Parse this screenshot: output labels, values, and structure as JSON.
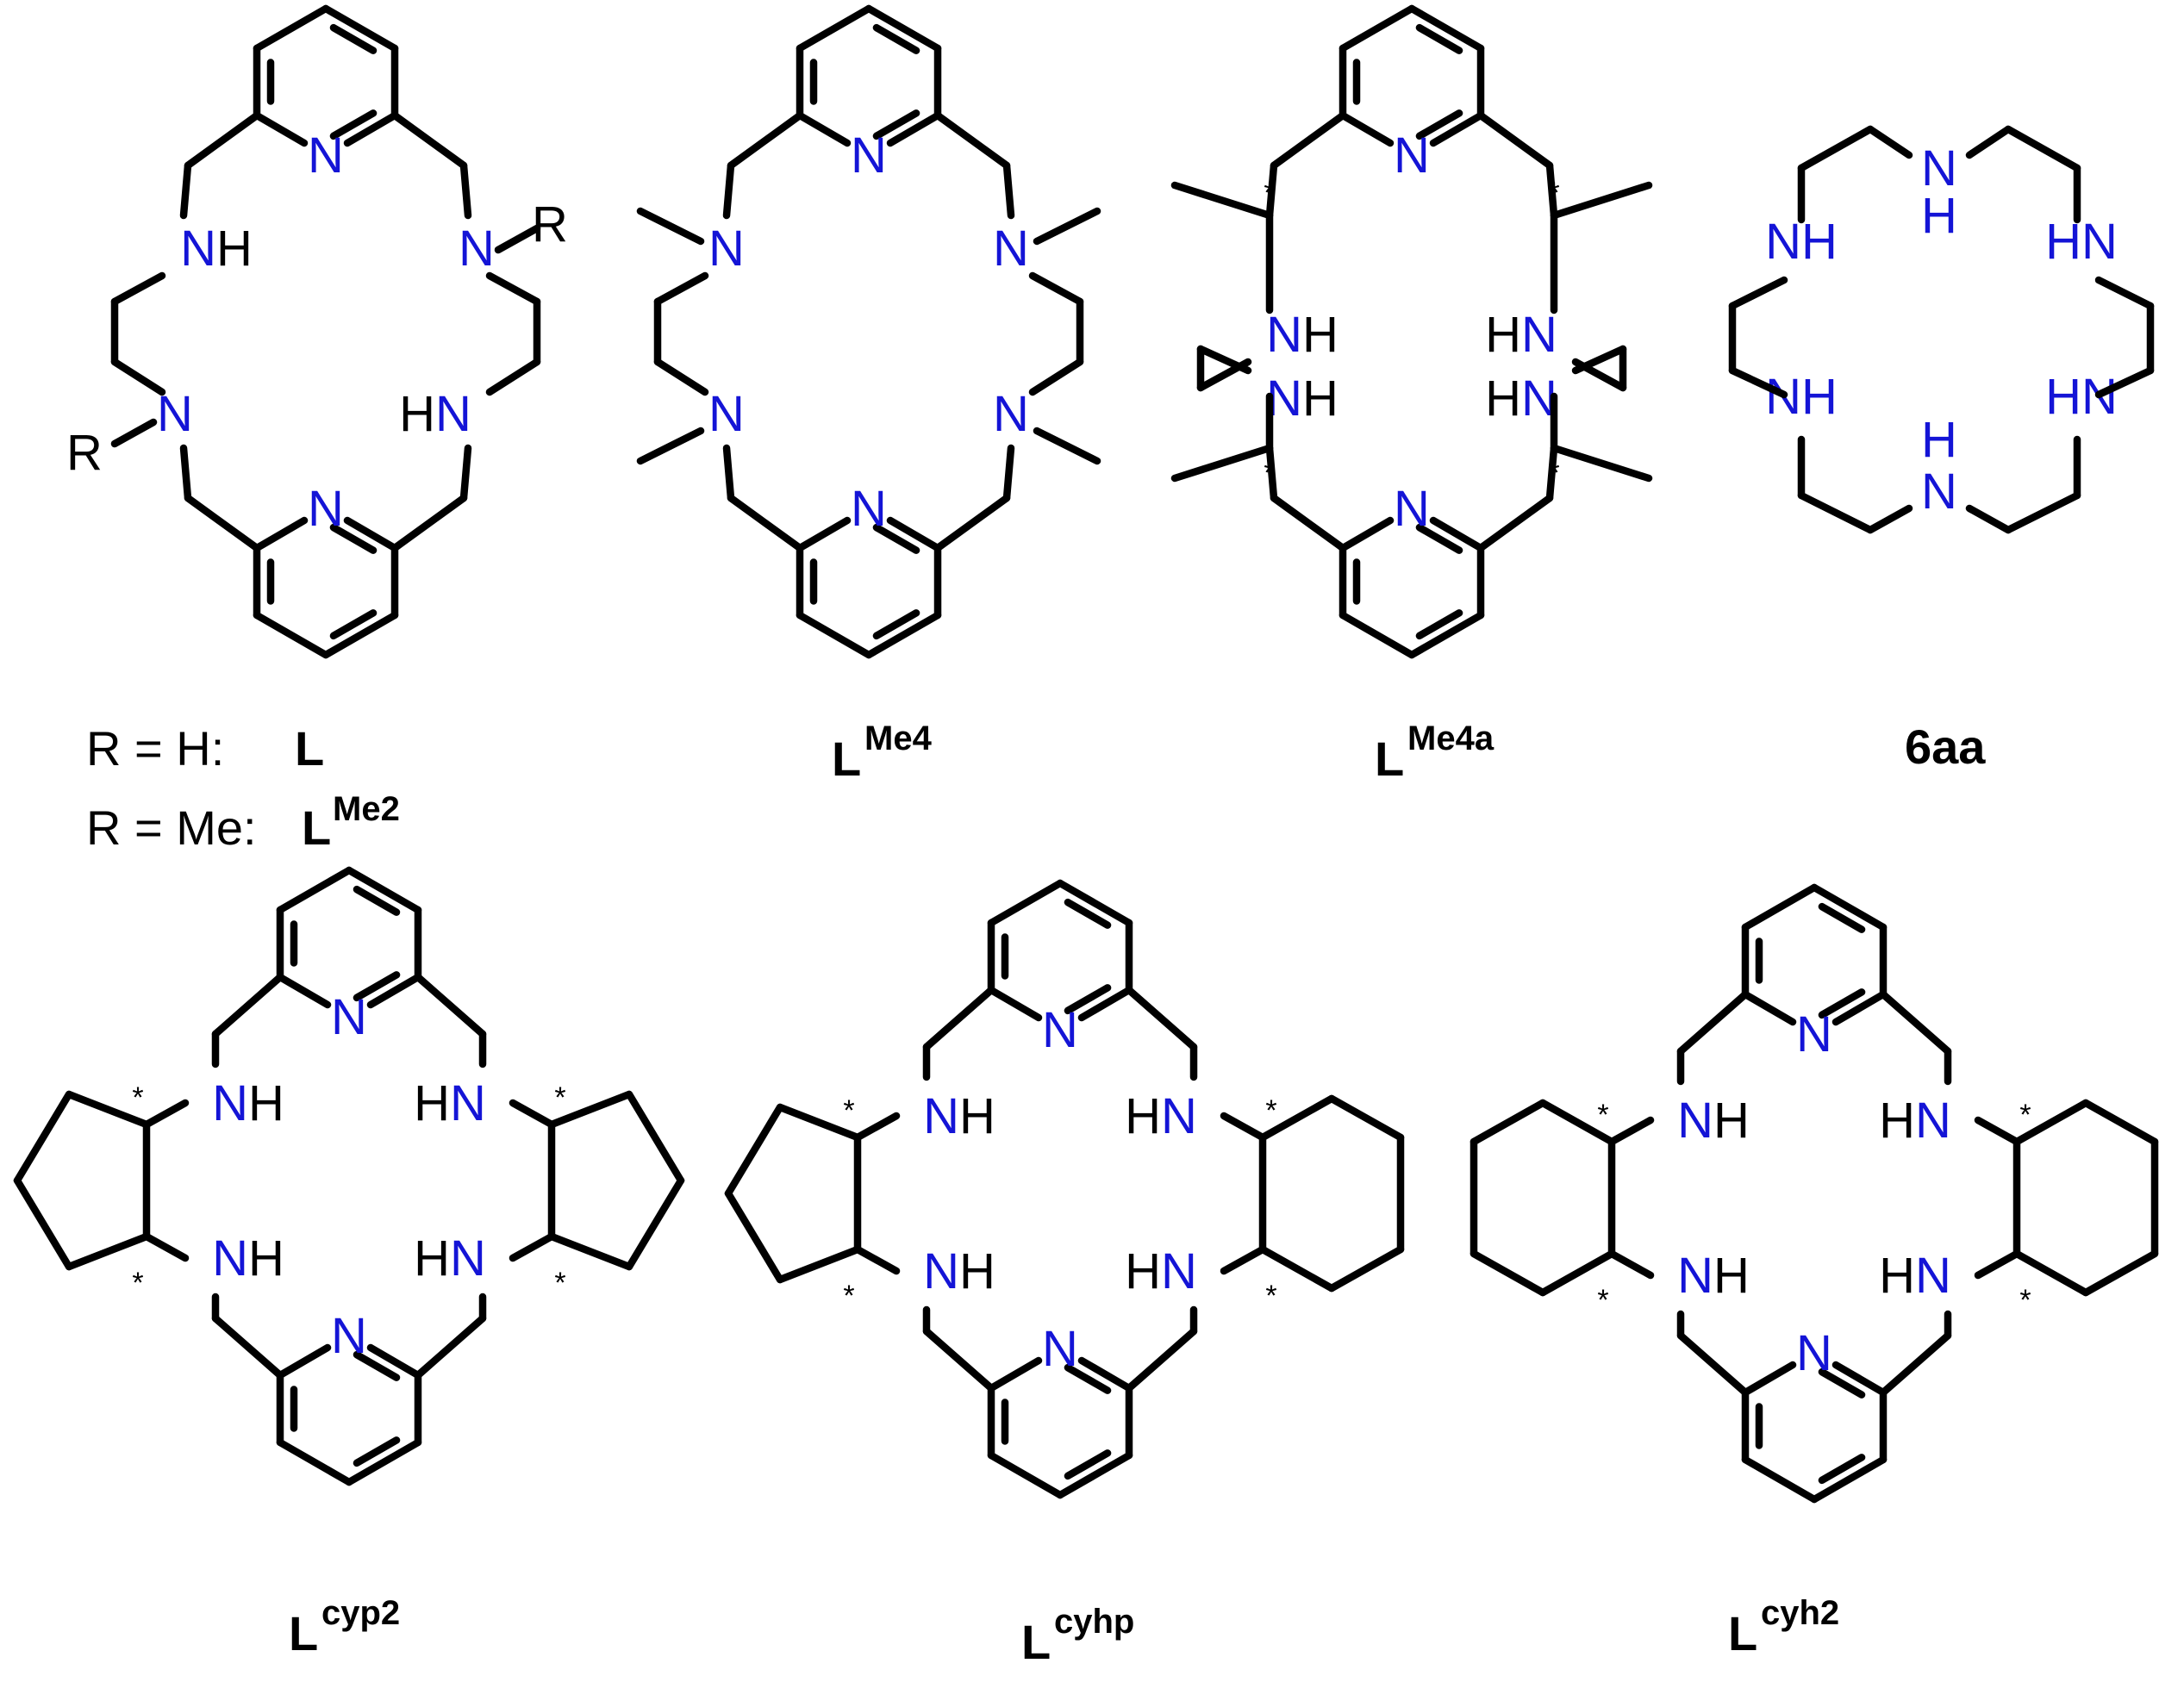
{
  "atoms": {
    "N": "N",
    "NH": "NH",
    "HN": "HN",
    "H": "H",
    "R": "R",
    "star": "*"
  },
  "compounds": [
    {
      "id": "L",
      "legend": [
        {
          "prefix": "R = H:",
          "base": "L",
          "sup": ""
        },
        {
          "prefix": "R = Me:",
          "base": "L",
          "sup": "Me2"
        }
      ]
    },
    {
      "id": "LMe4",
      "base": "L",
      "sup": "Me4"
    },
    {
      "id": "LMe4a",
      "base": "L",
      "sup": "Me4a"
    },
    {
      "id": "6aa",
      "base": "6aa",
      "sup": ""
    },
    {
      "id": "Lcyp2",
      "base": "L",
      "sup": "cyp2"
    },
    {
      "id": "Lcyhp",
      "base": "L",
      "sup": "cyhp"
    },
    {
      "id": "Lcyh2",
      "base": "L",
      "sup": "cyh2"
    }
  ],
  "colors": {
    "bond": "#000000",
    "nitrogen": "#1414d6"
  }
}
